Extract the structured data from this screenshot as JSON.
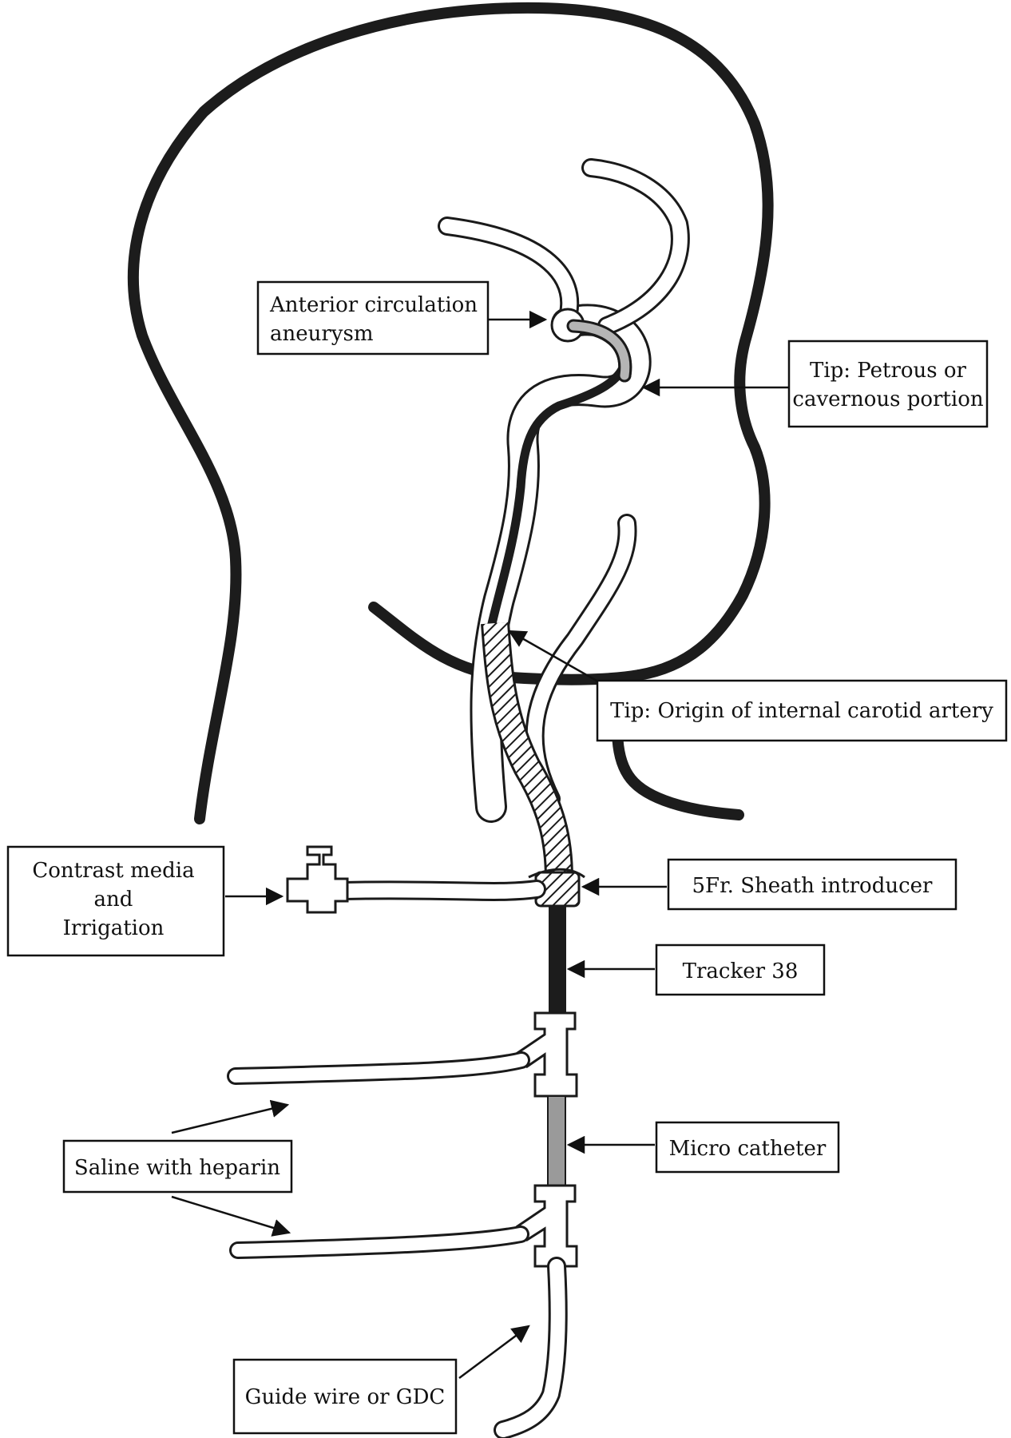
{
  "diagram": {
    "labels": {
      "aneurysm": [
        "Anterior circulation",
        "aneurysm"
      ],
      "petrous": [
        "Tip: Petrous or",
        "cavernous portion"
      ],
      "ica_origin": [
        "Tip: Origin of internal carotid artery"
      ],
      "contrast": [
        "Contrast media",
        "and",
        "Irrigation"
      ],
      "sheath": [
        "5Fr. Sheath introducer"
      ],
      "tracker": [
        "Tracker 38"
      ],
      "micro": [
        "Micro catheter"
      ],
      "saline": [
        "Saline with heparin"
      ],
      "guide": [
        "Guide wire or GDC"
      ]
    }
  }
}
